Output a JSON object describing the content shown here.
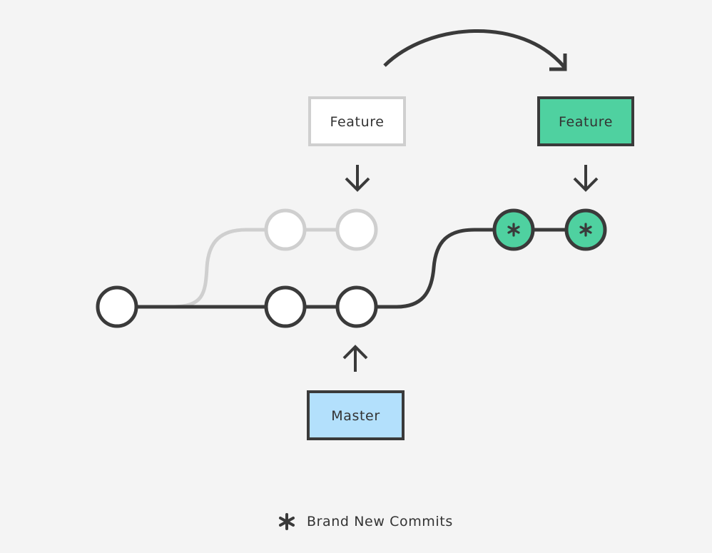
{
  "labels": {
    "feature_old": "Feature",
    "feature_new": "Feature",
    "master": "Master"
  },
  "legend": {
    "text": "Brand New Commits",
    "icon": "asterisk-icon"
  },
  "colors": {
    "background": "#f4f4f4",
    "dark": "#3a3a3a",
    "faded": "#cfcfcf",
    "feature_green": "#4fd1a0",
    "master_blue": "#b3e0fc"
  }
}
